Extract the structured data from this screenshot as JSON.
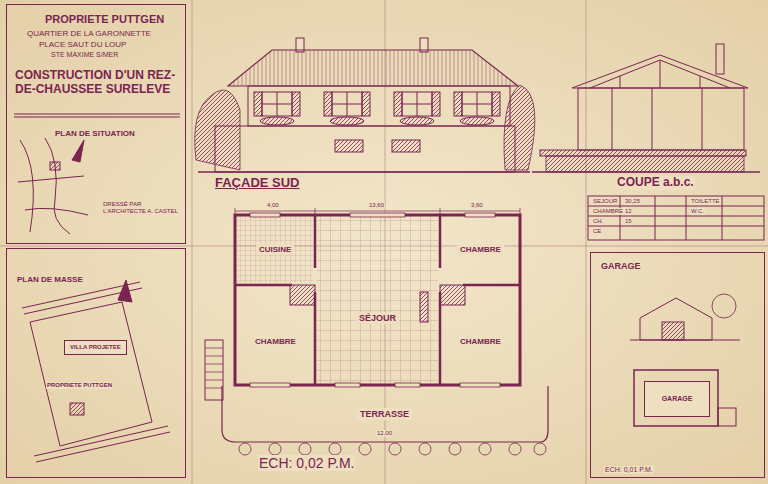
{
  "diagram": {
    "nodes": [
      {
        "text": [
          "PROPRIETE PUTTGEN",
          "QUARTIER DE LA GARONNETTE",
          "PLACE SAUT DU LOUP",
          "STE MAXIME S/MER",
          "CONSTRUCTION D'UN REZ-DE-CHAUSSEE SURELEVE",
          "PLAN DE SITUATION",
          "DRESSÉ PAR L'ARCHITECTE A. CASTEL"
        ]
      },
      {
        "text": [
          "PLAN DE MASSE"
        ]
      },
      {
        "text": [
          "VILLA PROJETEE"
        ],
        "in": 1
      },
      {
        "text": [
          "GARAGE"
        ]
      },
      {
        "text": [
          "GARAGE"
        ],
        "in": 3
      },
      {
        "text": [
          "CUISINE"
        ]
      },
      {
        "text": [
          "CHAMBRE"
        ]
      },
      {
        "text": [
          "CHAMBRE"
        ]
      },
      {
        "text": [
          "SÉJOUR"
        ]
      },
      {
        "text": [
          "CHAMBRE"
        ]
      },
      {
        "text": [
          "TERRASSE"
        ]
      }
    ],
    "labels": [
      "FAÇADE SUD",
      "COUPE a.b.c.",
      "ECH: 0,02 P.M.",
      "ECH: 0,01 P.M.",
      "PROPRIETE PUTTGEN",
      "SEJOUR",
      "30,25",
      "TOILETTE",
      "CHAMBRE",
      "12",
      "W.C.",
      "CH.",
      "15",
      "CE",
      "13,60",
      "4,00",
      "3,60",
      "12,00"
    ]
  }
}
